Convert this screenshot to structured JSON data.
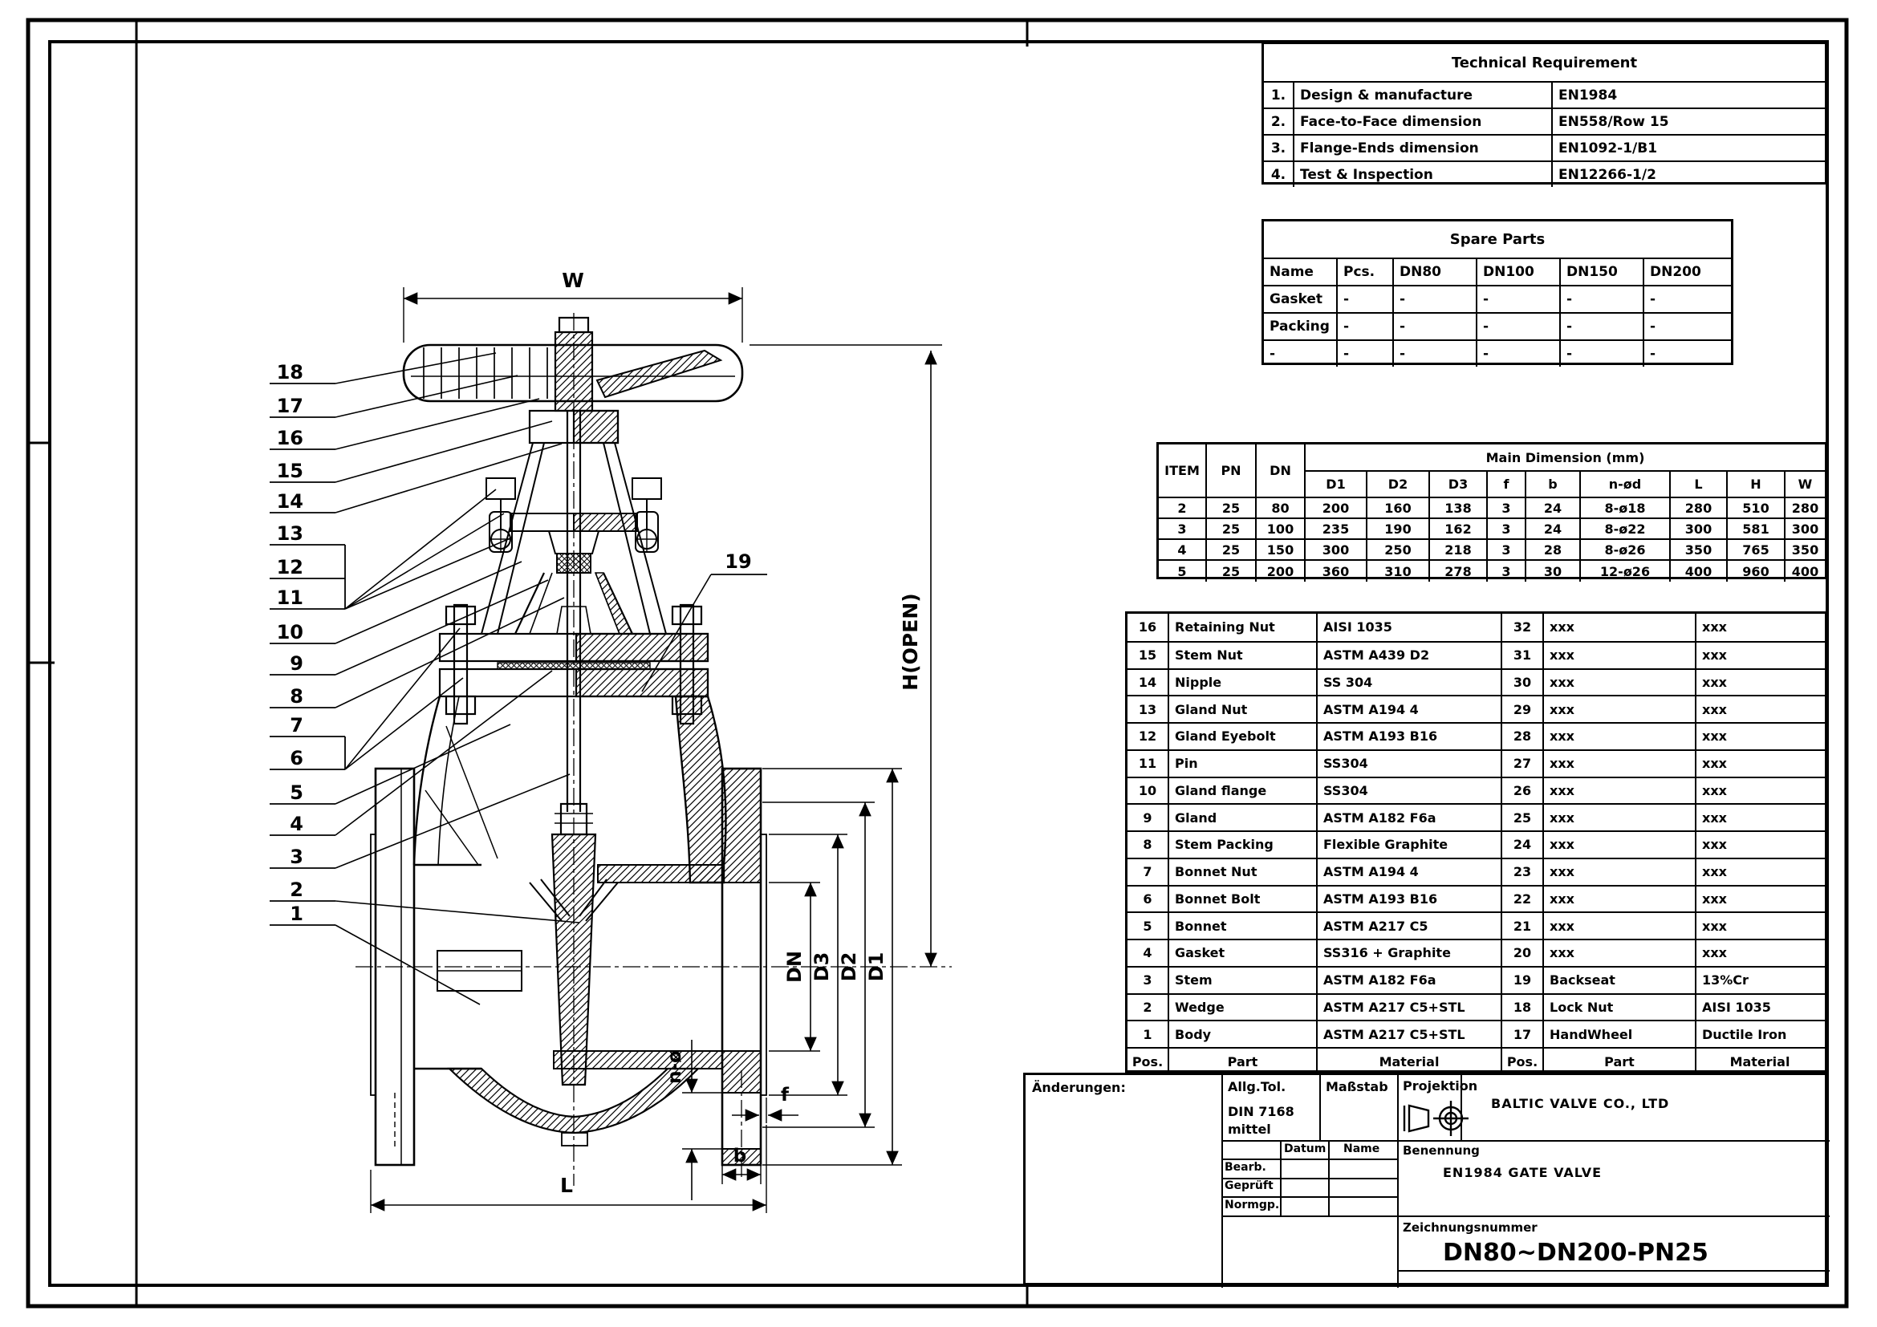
{
  "technical_requirement": {
    "title": "Technical Requirement",
    "rows": [
      [
        "1.",
        "Design & manufacture",
        "EN1984"
      ],
      [
        "2.",
        "Face-to-Face dimension",
        "EN558/Row 15"
      ],
      [
        "3.",
        "Flange-Ends dimension",
        "EN1092-1/B1"
      ],
      [
        "4.",
        "Test & Inspection",
        "EN12266-1/2"
      ]
    ]
  },
  "spare_parts": {
    "title": "Spare Parts",
    "headers": [
      "Name",
      "Pcs.",
      "DN80",
      "DN100",
      "DN150",
      "DN200"
    ],
    "rows": [
      [
        "Gasket",
        "-",
        "-",
        "-",
        "-",
        "-"
      ],
      [
        "Packing",
        "-",
        "-",
        "-",
        "-",
        "-"
      ],
      [
        "-",
        "-",
        "-",
        "-",
        "-",
        "-"
      ]
    ]
  },
  "main_dimensions": {
    "group_header": "Main Dimension (mm)",
    "col_headers": [
      "ITEM",
      "PN",
      "DN",
      "D1",
      "D2",
      "D3",
      "f",
      "b",
      "n-ød",
      "L",
      "H",
      "W"
    ],
    "rows": [
      [
        "2",
        "25",
        "80",
        "200",
        "160",
        "138",
        "3",
        "24",
        "8-ø18",
        "280",
        "510",
        "280"
      ],
      [
        "3",
        "25",
        "100",
        "235",
        "190",
        "162",
        "3",
        "24",
        "8-ø22",
        "300",
        "581",
        "300"
      ],
      [
        "4",
        "25",
        "150",
        "300",
        "250",
        "218",
        "3",
        "28",
        "8-ø26",
        "350",
        "765",
        "350"
      ],
      [
        "5",
        "25",
        "200",
        "360",
        "310",
        "278",
        "3",
        "30",
        "12-ø26",
        "400",
        "960",
        "400"
      ]
    ]
  },
  "bom": {
    "footer": [
      "Pos.",
      "Part",
      "Material",
      "Pos.",
      "Part",
      "Material"
    ],
    "rows": [
      [
        "16",
        "Retaining Nut",
        "AISI 1035",
        "32",
        "xxx",
        "xxx"
      ],
      [
        "15",
        "Stem Nut",
        "ASTM A439 D2",
        "31",
        "xxx",
        "xxx"
      ],
      [
        "14",
        "Nipple",
        "SS 304",
        "30",
        "xxx",
        "xxx"
      ],
      [
        "13",
        "Gland Nut",
        "ASTM A194 4",
        "29",
        "xxx",
        "xxx"
      ],
      [
        "12",
        "Gland Eyebolt",
        "ASTM A193 B16",
        "28",
        "xxx",
        "xxx"
      ],
      [
        "11",
        "Pin",
        "SS304",
        "27",
        "xxx",
        "xxx"
      ],
      [
        "10",
        "Gland flange",
        "SS304",
        "26",
        "xxx",
        "xxx"
      ],
      [
        "9",
        "Gland",
        "ASTM A182 F6a",
        "25",
        "xxx",
        "xxx"
      ],
      [
        "8",
        "Stem Packing",
        "Flexible Graphite",
        "24",
        "xxx",
        "xxx"
      ],
      [
        "7",
        "Bonnet Nut",
        "ASTM A194 4",
        "23",
        "xxx",
        "xxx"
      ],
      [
        "6",
        "Bonnet Bolt",
        "ASTM A193 B16",
        "22",
        "xxx",
        "xxx"
      ],
      [
        "5",
        "Bonnet",
        "ASTM A217 C5",
        "21",
        "xxx",
        "xxx"
      ],
      [
        "4",
        "Gasket",
        "SS316 + Graphite",
        "20",
        "xxx",
        "xxx"
      ],
      [
        "3",
        "Stem",
        "ASTM A182 F6a",
        "19",
        "Backseat",
        "13%Cr"
      ],
      [
        "2",
        "Wedge",
        "ASTM A217 C5+STL",
        "18",
        "Lock Nut",
        "AISI 1035"
      ],
      [
        "1",
        "Body",
        "ASTM A217 C5+STL",
        "17",
        "HandWheel",
        "Ductile Iron"
      ]
    ]
  },
  "title_block": {
    "anderungen": "Änderungen:",
    "allg_tol": "Allg.Tol.",
    "din": "DIN 7168",
    "mittel": "mittel",
    "massstab": "Maßstab",
    "projektion": "Projektion",
    "company": "BALTIC VALVE CO., LTD",
    "datum": "Datum",
    "name": "Name",
    "bearb": "Bearb.",
    "gepruft": "Geprüft",
    "normgp": "Normgp.",
    "benennung": "Benennung",
    "valve_title": "EN1984 GATE VALVE",
    "zeichnungsnummer": "Zeichnungsnummer",
    "drawing_number": "DN80~DN200-PN25"
  },
  "drawing": {
    "callouts": [
      "18",
      "17",
      "16",
      "15",
      "14",
      "13",
      "12",
      "11",
      "10",
      "9",
      "8",
      "7",
      "6",
      "5",
      "4",
      "3",
      "2",
      "1"
    ],
    "callout_19": "19",
    "dims": {
      "w": "W",
      "h_open": "H(OPEN)",
      "dn": "DN",
      "d3": "D3",
      "d2": "D2",
      "d1": "D1",
      "n_d": "n-ø",
      "f": "f",
      "b": "b",
      "l": "L"
    }
  }
}
